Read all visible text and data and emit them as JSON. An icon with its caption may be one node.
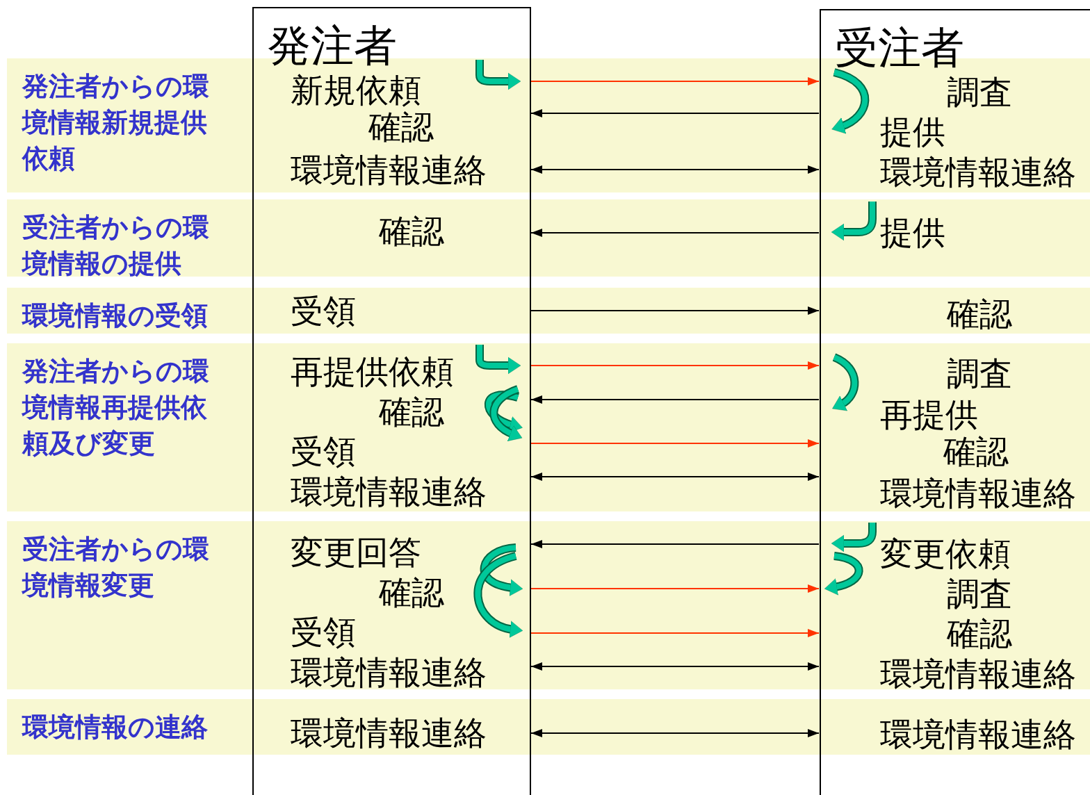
{
  "diagram": {
    "nodes": [
      {
        "text": [
          "発注者"
        ]
      },
      {
        "text": [
          "受注者"
        ]
      },
      {
        "text": [
          "発注者からの環境情報新規提供依頼"
        ]
      },
      {
        "text": [
          "受注者からの環境情報の提供"
        ]
      },
      {
        "text": [
          "環境情報の受領"
        ]
      },
      {
        "text": [
          "発注者からの環境情報再提供依頼及び変更"
        ]
      },
      {
        "text": [
          "受注者からの環境情報変更"
        ]
      },
      {
        "text": [
          "環境情報の連絡"
        ]
      }
    ],
    "edges": [
      {
        "from": 0,
        "to": 1,
        "arrow": "to",
        "color": "#ff3300"
      },
      {
        "from": 1,
        "to": 0,
        "arrow": "to"
      },
      {
        "from": 0,
        "to": 1,
        "arrow": "both"
      },
      {
        "from": 1,
        "to": 0,
        "arrow": "to"
      },
      {
        "from": 0,
        "to": 1,
        "arrow": "to"
      },
      {
        "from": 0,
        "to": 1,
        "arrow": "to",
        "color": "#ff3300"
      },
      {
        "from": 1,
        "to": 0,
        "arrow": "to"
      },
      {
        "from": 0,
        "to": 1,
        "arrow": "to",
        "color": "#ff3300"
      },
      {
        "from": 0,
        "to": 1,
        "arrow": "both"
      },
      {
        "from": 1,
        "to": 0,
        "arrow": "to"
      },
      {
        "from": 0,
        "to": 1,
        "arrow": "to",
        "color": "#ff3300"
      },
      {
        "from": 0,
        "to": 1,
        "arrow": "to",
        "color": "#ff3300"
      },
      {
        "from": 0,
        "to": 1,
        "arrow": "both"
      },
      {
        "from": 0,
        "to": 1,
        "arrow": "both"
      }
    ],
    "labels": [
      "新規依頼",
      "調査",
      "確認",
      "提供",
      "環境情報連絡",
      "環境情報連絡",
      "確認",
      "提供",
      "受領",
      "確認",
      "再提供依頼",
      "調査",
      "確認",
      "再提供",
      "受領",
      "確認",
      "環境情報連絡",
      "環境情報連絡",
      "変更回答",
      "変更依頼",
      "確認",
      "調査",
      "受領",
      "確認",
      "環境情報連絡",
      "環境情報連絡",
      "環境情報連絡",
      "環境情報連絡"
    ]
  }
}
